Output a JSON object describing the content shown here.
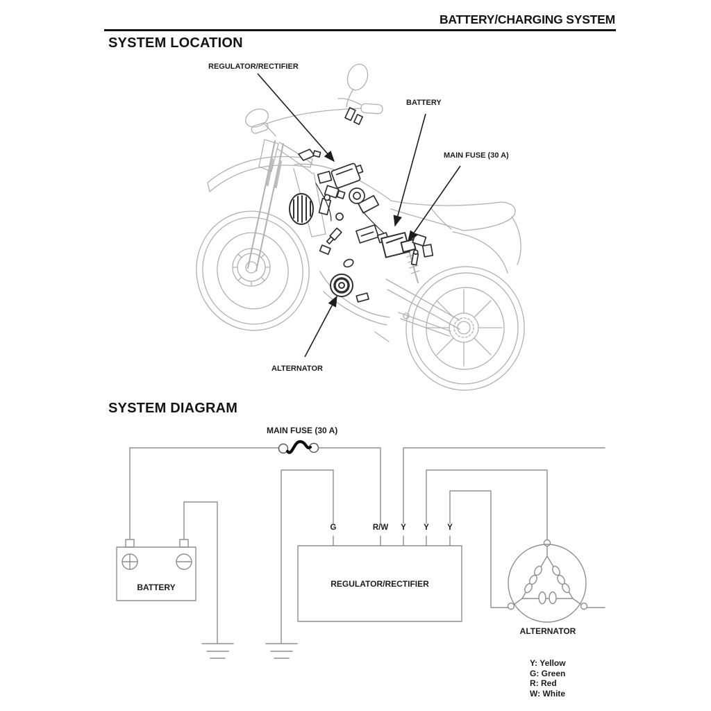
{
  "page": {
    "header": {
      "title": "BATTERY/CHARGING SYSTEM"
    },
    "location": {
      "heading": "SYSTEM LOCATION",
      "callouts": {
        "regulator": "REGULATOR/RECTIFIER",
        "battery": "BATTERY",
        "main_fuse": "MAIN FUSE (30 A)",
        "alternator": "ALTERNATOR"
      }
    },
    "diagram": {
      "heading": "SYSTEM DIAGRAM",
      "main_fuse_label": "MAIN FUSE (30 A)",
      "battery_label": "BATTERY",
      "regulator_label": "REGULATOR/RECTIFIER",
      "alternator_label": "ALTERNATOR",
      "terminals": [
        "G",
        "R/W",
        "Y",
        "Y",
        "Y"
      ],
      "legend": [
        "Y: Yellow",
        "G: Green",
        "R: Red",
        "W: White"
      ],
      "colors": {
        "wire": "#8e8e8e",
        "fuse_element": "#0d0d0d",
        "line_art": "#b0b0b0",
        "component_outline": "#2f2f2f",
        "text": "#1c1c1c"
      }
    }
  }
}
